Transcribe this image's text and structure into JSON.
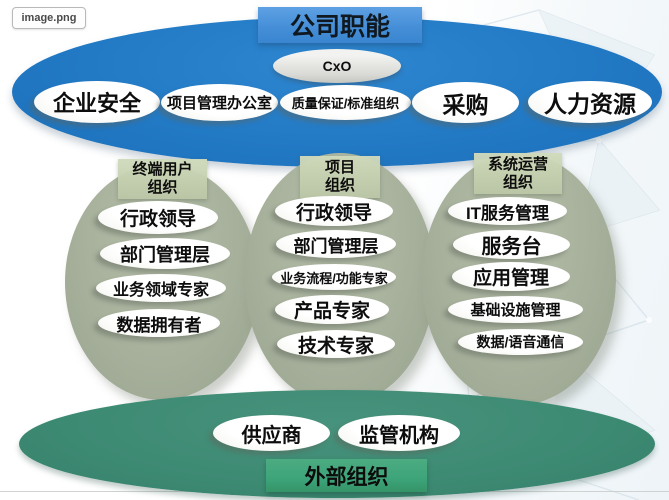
{
  "window": {
    "filename_label": "image.png"
  },
  "diagram": {
    "company": {
      "banner": "公司职能",
      "cxo": "CxO",
      "functions": [
        "企业安全",
        "项目管理办公室",
        "质量保证/标准组织",
        "采购",
        "人力资源"
      ]
    },
    "groups": [
      {
        "name": "终端用户组织",
        "line1": "终端用户",
        "line2": "组织",
        "roles": [
          "行政领导",
          "部门管理层",
          "业务领域专家",
          "数据拥有者"
        ]
      },
      {
        "name": "项目组织",
        "line1": "项目",
        "line2": "组织",
        "roles": [
          "行政领导",
          "部门管理层",
          "业务流程/功能专家",
          "产品专家",
          "技术专家"
        ]
      },
      {
        "name": "系统运营组织",
        "line1": "系统运营",
        "line2": "组织",
        "roles": [
          "IT服务管理",
          "服务台",
          "应用管理",
          "基础设施管理",
          "数据/语音通信"
        ]
      }
    ],
    "external": {
      "banner": "外部组织",
      "entities": [
        "供应商",
        "监管机构"
      ]
    },
    "colors": {
      "company_ellipse": "#2279c4",
      "company_banner": "#468fd8",
      "group_ellipse": "#a6b09b",
      "group_header": "#c4d0ab",
      "external_ellipse": "#3d8a73",
      "external_banner": "#3da47a",
      "pill": "#ffffff",
      "text": "#0d0d0d"
    }
  }
}
